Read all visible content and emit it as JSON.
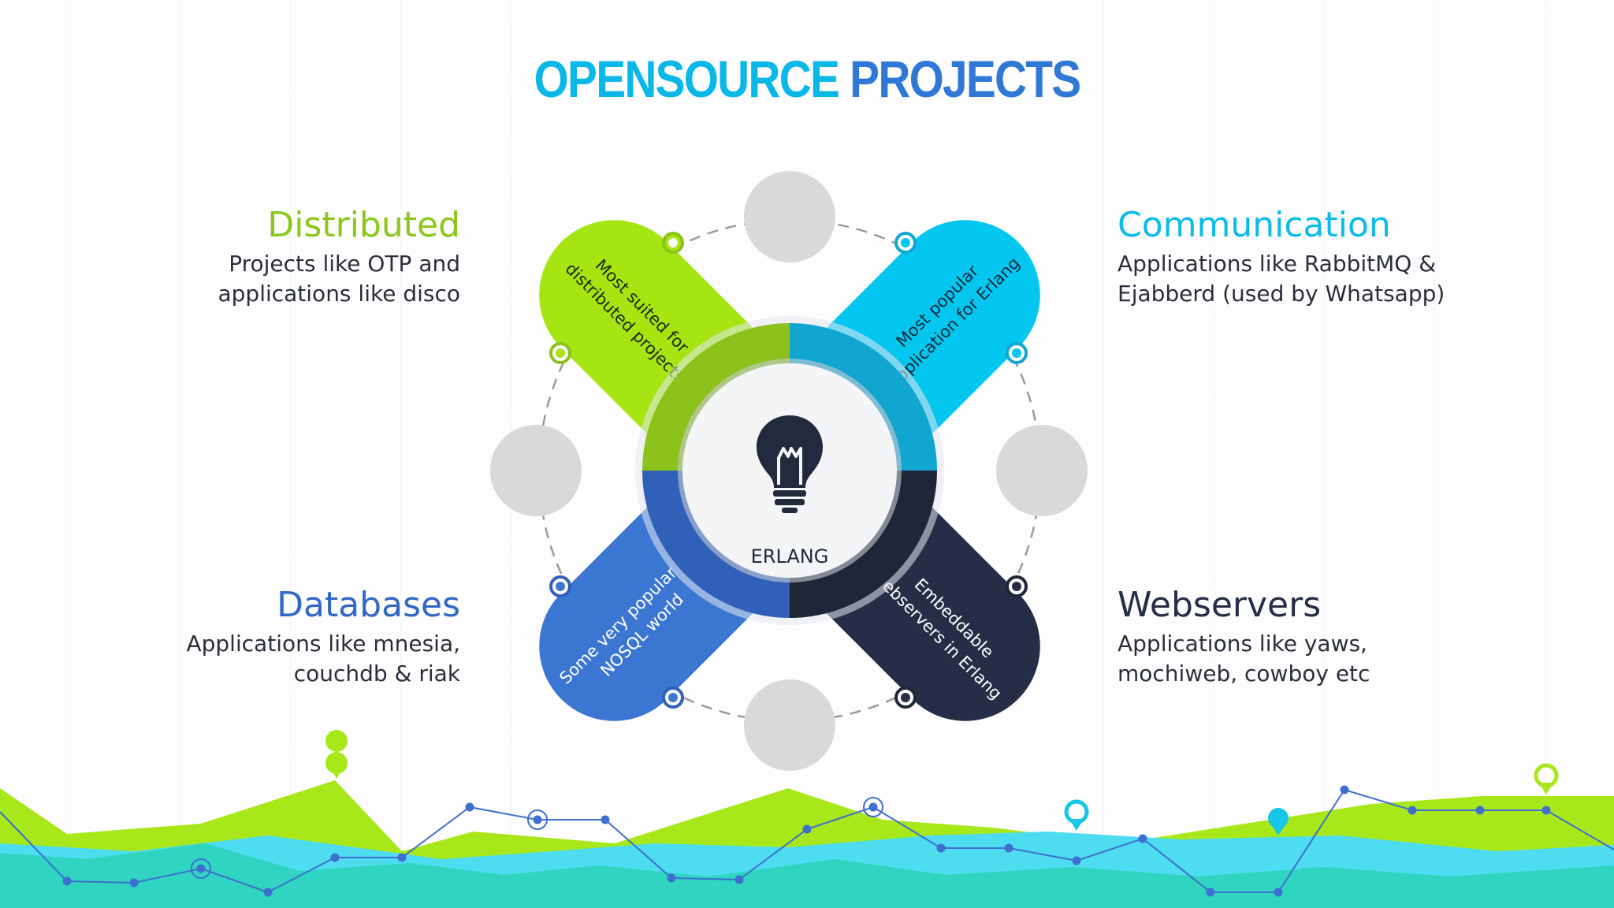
{
  "title": {
    "word1": "OPENSOURCE",
    "word2": "PROJECTS"
  },
  "center": {
    "label": "ERLANG",
    "icon": "lightbulb-icon"
  },
  "quadrants": [
    {
      "id": "distributed",
      "heading": "Distributed",
      "desc_line1": "Projects like OTP and",
      "desc_line2": "applications like disco",
      "pill_line1": "Most suited for",
      "pill_line2": "distributed projects",
      "color": "#a6e412"
    },
    {
      "id": "communication",
      "heading": "Communication",
      "desc_line1": "Applications like RabbitMQ &",
      "desc_line2": "Ejabberd (used by Whatsapp)",
      "pill_line1": "Most popular",
      "pill_line2": "application for Erlang",
      "color": "#05c6ef"
    },
    {
      "id": "databases",
      "heading": "Databases",
      "desc_line1": "Applications like mnesia,",
      "desc_line2": "couchdb & riak",
      "pill_line1": "Some very popular in",
      "pill_line2": "NOSQL world",
      "color": "#3b76d2"
    },
    {
      "id": "webservers",
      "heading": "Webservers",
      "desc_line1": "Applications like yaws,",
      "desc_line2": "mochiweb, cowboy etc",
      "pill_line1": "Embeddable",
      "pill_line2": "webservers in Erlang",
      "color": "#262e47"
    }
  ],
  "colors": {
    "heading_distributed": "#8bc81a",
    "heading_communication": "#0abce8",
    "heading_databases": "#3168c4",
    "heading_webservers": "#262e47",
    "ring_green": "#8cc21b",
    "ring_cyan": "#10a6cf",
    "ring_blue": "#3060b8",
    "ring_navy": "#1f2638",
    "placeholder_gray": "#d9d9db",
    "wave_green": "#a8e81a",
    "wave_teal": "#2fd5c0",
    "wave_cyan": "#4ddcf0",
    "line_blue": "#3f6fd0"
  }
}
